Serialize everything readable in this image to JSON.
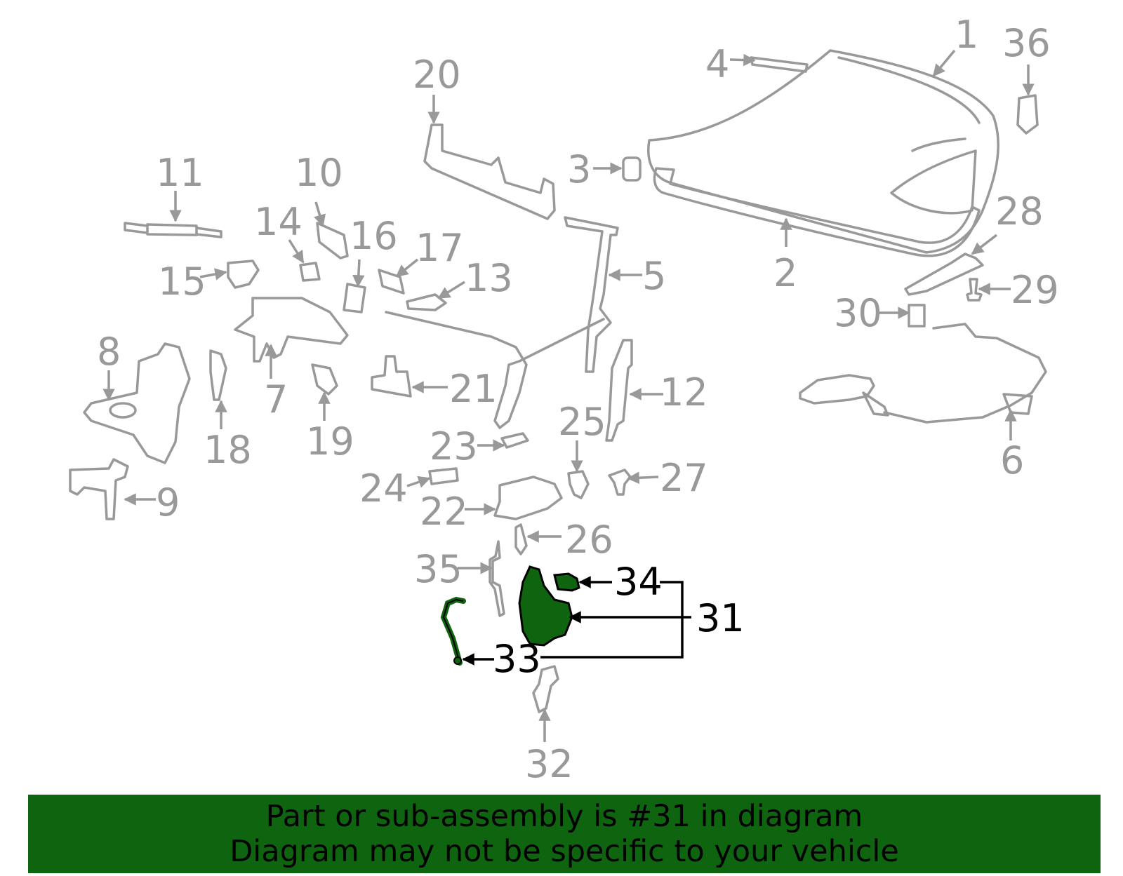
{
  "colors": {
    "part_gray": "#999999",
    "highlight_green": "#0f640f",
    "highlight_text": "#000000",
    "banner_bg": "#0f640f"
  },
  "callouts": [
    {
      "id": "1",
      "label": "1",
      "highlighted": false
    },
    {
      "id": "2",
      "label": "2",
      "highlighted": false
    },
    {
      "id": "3",
      "label": "3",
      "highlighted": false
    },
    {
      "id": "4",
      "label": "4",
      "highlighted": false
    },
    {
      "id": "5",
      "label": "5",
      "highlighted": false
    },
    {
      "id": "6",
      "label": "6",
      "highlighted": false
    },
    {
      "id": "7",
      "label": "7",
      "highlighted": false
    },
    {
      "id": "8",
      "label": "8",
      "highlighted": false
    },
    {
      "id": "9",
      "label": "9",
      "highlighted": false
    },
    {
      "id": "10",
      "label": "10",
      "highlighted": false
    },
    {
      "id": "11",
      "label": "11",
      "highlighted": false
    },
    {
      "id": "12",
      "label": "12",
      "highlighted": false
    },
    {
      "id": "13",
      "label": "13",
      "highlighted": false
    },
    {
      "id": "14",
      "label": "14",
      "highlighted": false
    },
    {
      "id": "15",
      "label": "15",
      "highlighted": false
    },
    {
      "id": "16",
      "label": "16",
      "highlighted": false
    },
    {
      "id": "17",
      "label": "17",
      "highlighted": false
    },
    {
      "id": "18",
      "label": "18",
      "highlighted": false
    },
    {
      "id": "19",
      "label": "19",
      "highlighted": false
    },
    {
      "id": "20",
      "label": "20",
      "highlighted": false
    },
    {
      "id": "21",
      "label": "21",
      "highlighted": false
    },
    {
      "id": "22",
      "label": "22",
      "highlighted": false
    },
    {
      "id": "23",
      "label": "23",
      "highlighted": false
    },
    {
      "id": "24",
      "label": "24",
      "highlighted": false
    },
    {
      "id": "25",
      "label": "25",
      "highlighted": false
    },
    {
      "id": "26",
      "label": "26",
      "highlighted": false
    },
    {
      "id": "27",
      "label": "27",
      "highlighted": false
    },
    {
      "id": "28",
      "label": "28",
      "highlighted": false
    },
    {
      "id": "29",
      "label": "29",
      "highlighted": false
    },
    {
      "id": "30",
      "label": "30",
      "highlighted": false
    },
    {
      "id": "31",
      "label": "31",
      "highlighted": true
    },
    {
      "id": "32",
      "label": "32",
      "highlighted": false
    },
    {
      "id": "33",
      "label": "33",
      "highlighted": true
    },
    {
      "id": "34",
      "label": "34",
      "highlighted": true
    },
    {
      "id": "35",
      "label": "35",
      "highlighted": false
    },
    {
      "id": "36",
      "label": "36",
      "highlighted": false
    }
  ],
  "banner": {
    "line1": "Part or sub-assembly is #31 in diagram",
    "line2": "Diagram may not be specific to your vehicle"
  }
}
